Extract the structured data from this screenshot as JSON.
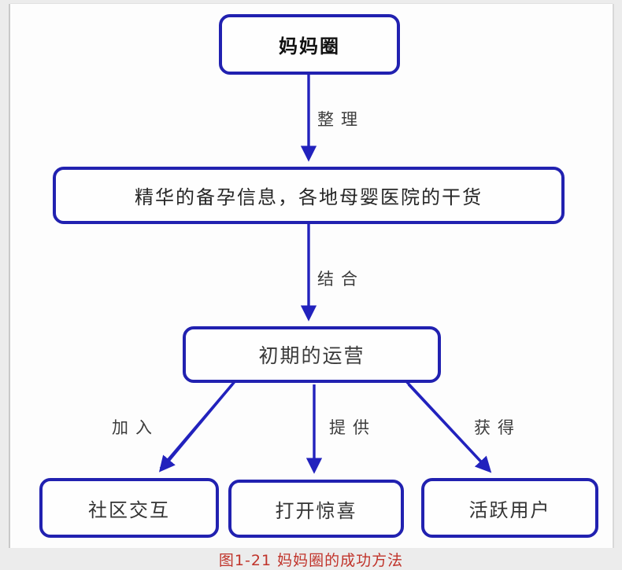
{
  "diagram": {
    "nodes": {
      "root": {
        "label": "妈妈圈"
      },
      "info": {
        "label": "精华的备孕信息，各地母婴医院的干货"
      },
      "operation": {
        "label": "初期的运营"
      },
      "community": {
        "label": "社区交互"
      },
      "surprise": {
        "label": "打开惊喜"
      },
      "users": {
        "label": "活跃用户"
      }
    },
    "edges": {
      "organize": {
        "label": "整理",
        "from": "root",
        "to": "info"
      },
      "combine": {
        "label": "结合",
        "from": "info",
        "to": "operation"
      },
      "join": {
        "label": "加入",
        "from": "operation",
        "to": "community"
      },
      "provide": {
        "label": "提供",
        "from": "operation",
        "to": "surprise"
      },
      "obtain": {
        "label": "获得",
        "from": "operation",
        "to": "users"
      }
    },
    "colors": {
      "node_border": "#2121b0",
      "arrow": "#2222bd",
      "node_text": "#262626",
      "edge_label_text": "#3c3c3c",
      "caption_text": "#c0332a",
      "page_background": "#fdfdfd",
      "outer_background": "#ececec"
    }
  },
  "caption": {
    "text": "图1-21 妈妈圈的成功方法"
  }
}
